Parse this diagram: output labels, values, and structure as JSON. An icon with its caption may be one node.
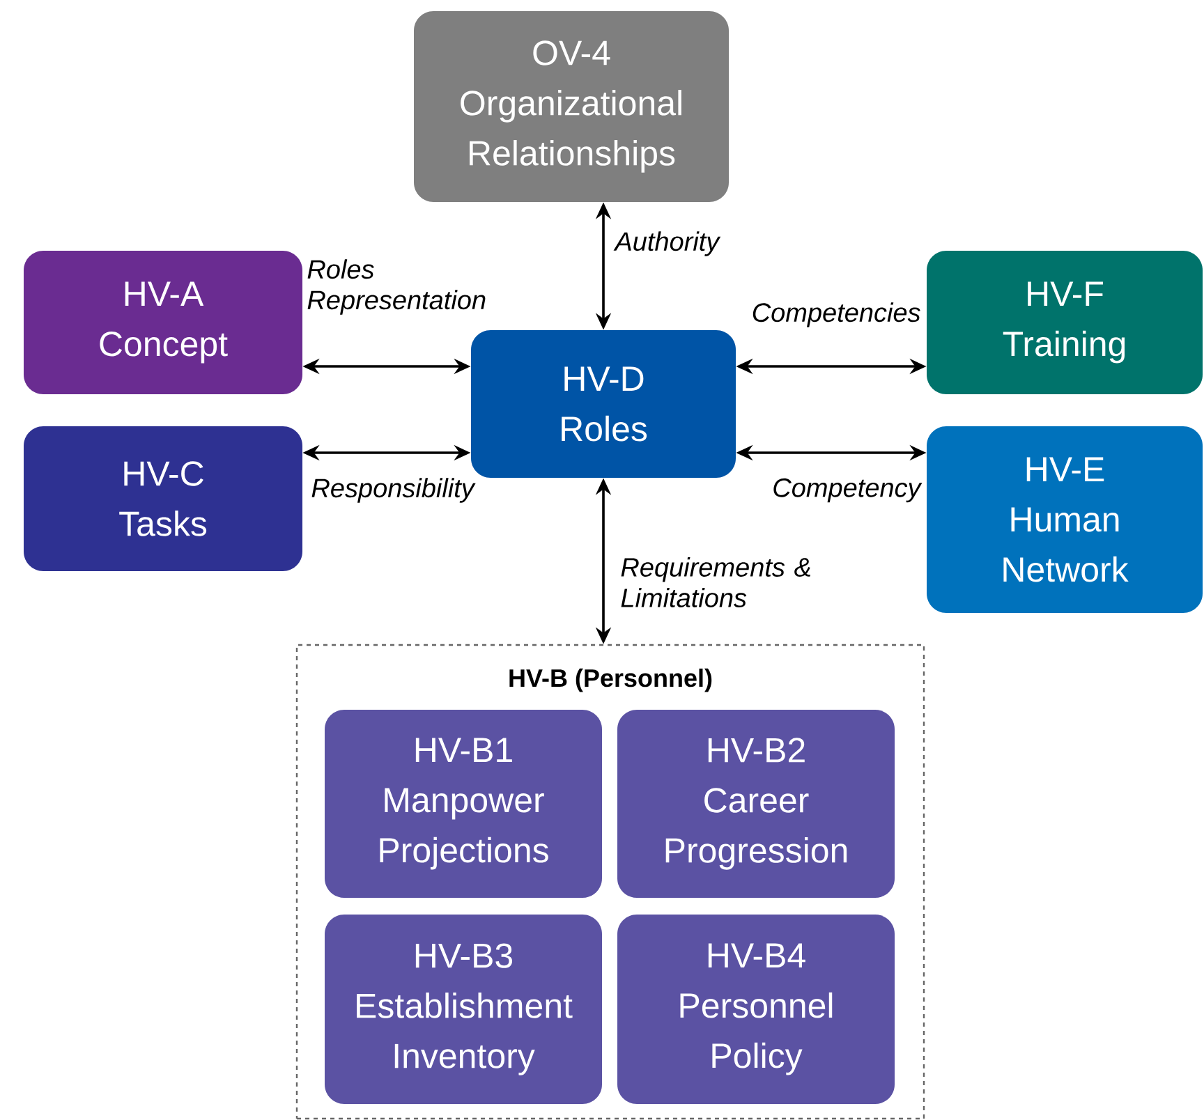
{
  "diagram": {
    "nodes": [
      {
        "text": [
          "OV-4 Organizational Relationships"
        ]
      },
      {
        "text": [
          "HV-A Concept"
        ]
      },
      {
        "text": [
          "HV-F Training"
        ]
      },
      {
        "text": [
          "HV-D Roles"
        ]
      },
      {
        "text": [
          "HV-C Tasks"
        ]
      },
      {
        "text": [
          "HV-E Human Network"
        ]
      },
      {
        "text": [
          "HV-B (Personnel)"
        ]
      },
      {
        "text": [
          "HV-B1 Manpower Projections"
        ],
        "in": 6
      },
      {
        "text": [
          "HV-B2 Career Progression"
        ],
        "in": 6
      },
      {
        "text": [
          "HV-B3 Establishment Inventory"
        ],
        "in": 6
      },
      {
        "text": [
          "HV-B4 Personnel Policy"
        ],
        "in": 6
      }
    ],
    "edges": [
      {
        "from": 3,
        "to": 0,
        "arrow": "both",
        "label": "Authority"
      },
      {
        "from": 1,
        "to": 3,
        "arrow": "both",
        "label": "Roles Representation"
      },
      {
        "from": 3,
        "to": 2,
        "arrow": "both",
        "label": "Competencies"
      },
      {
        "from": 4,
        "to": 3,
        "arrow": "both",
        "label": "Responsibility"
      },
      {
        "from": 3,
        "to": 5,
        "arrow": "both",
        "label": "Competency"
      },
      {
        "from": 3,
        "to": 6,
        "arrow": "both",
        "label": "Requirements & Limitations"
      }
    ]
  }
}
